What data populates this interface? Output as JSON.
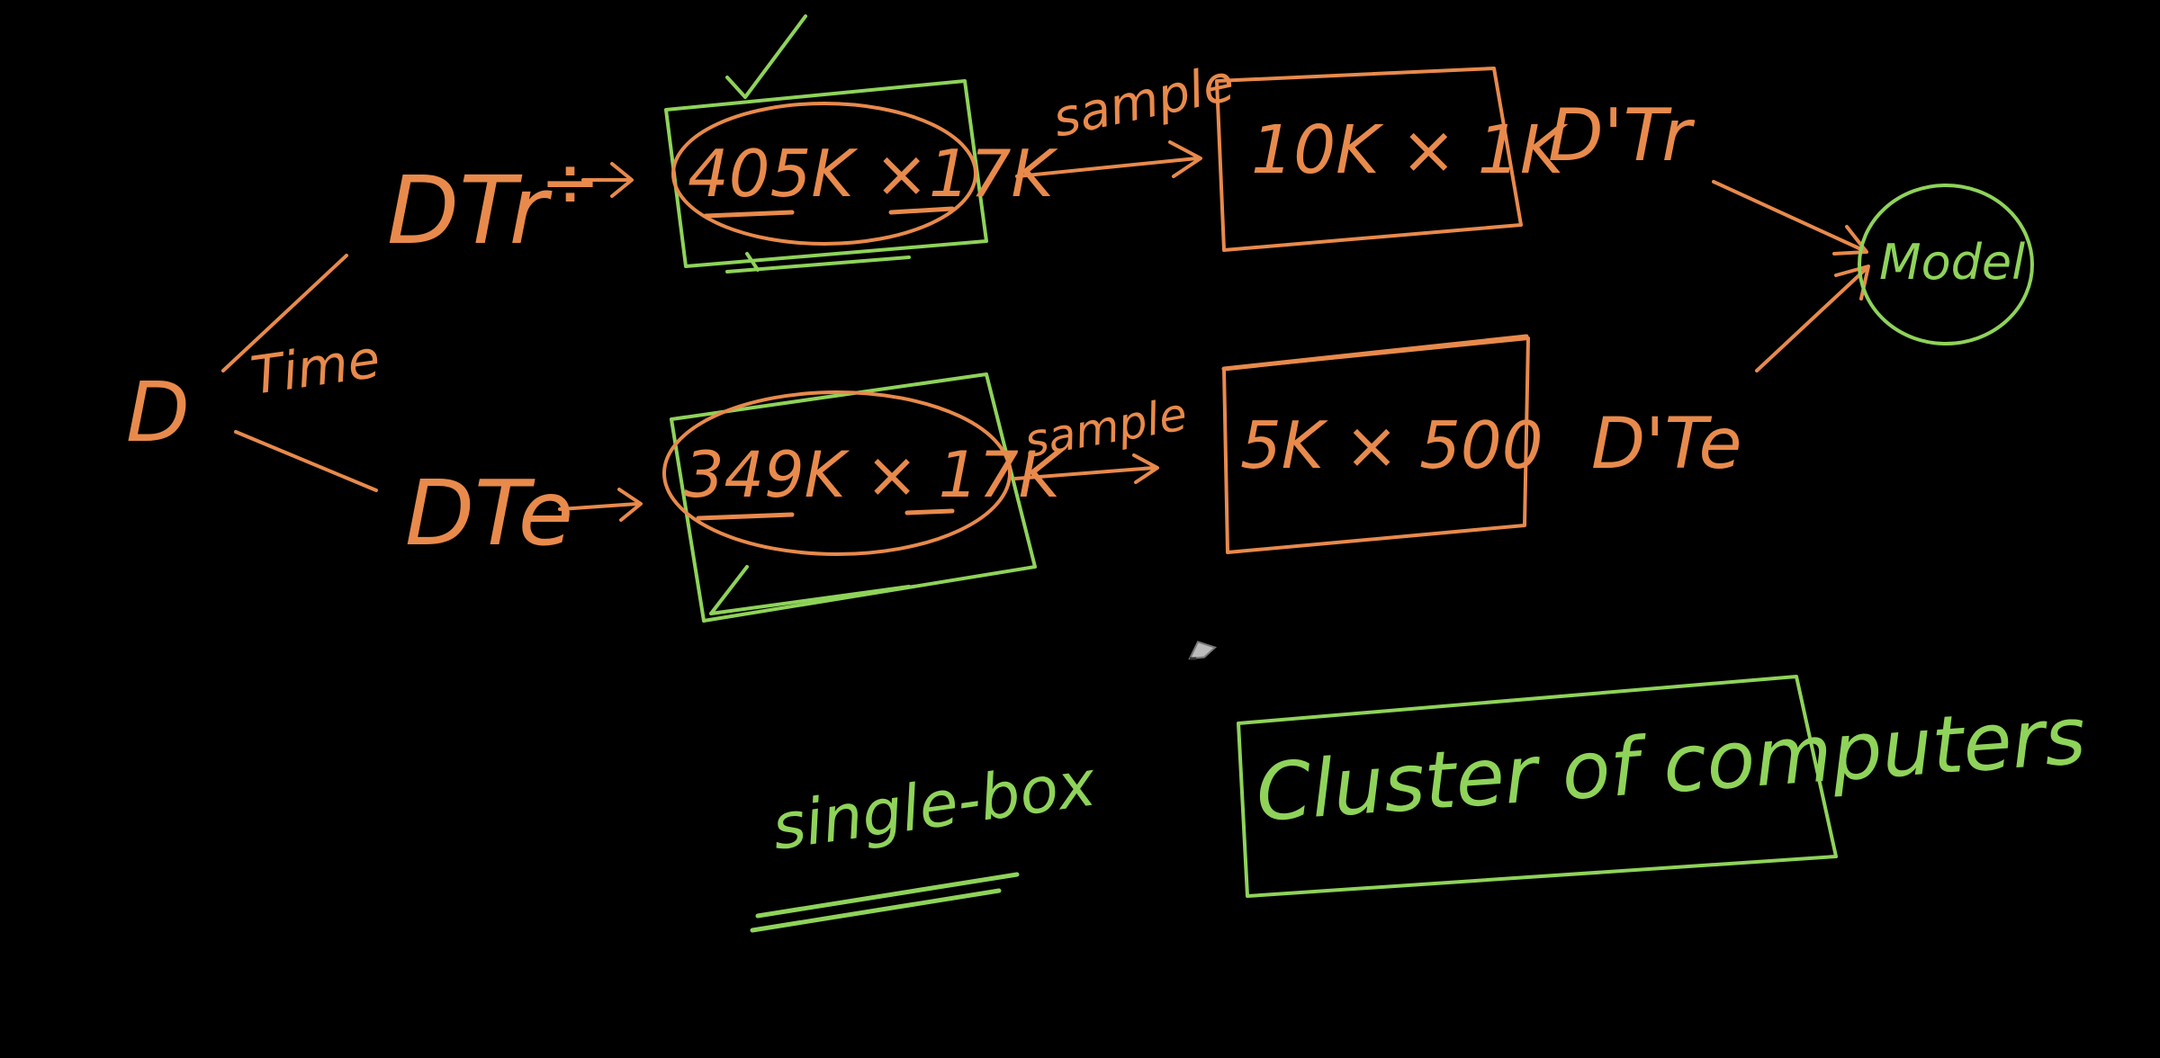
{
  "colors": {
    "background": "#000000",
    "orange": "#e88a4c",
    "green": "#8fd35a"
  },
  "labels": {
    "d": "D",
    "time": "Time",
    "d_tr": "DTr",
    "d_te": "DTe",
    "divide": "÷",
    "train_size": "405K ×17K",
    "test_size": "349K × 17K",
    "sample_top": "sample",
    "sample_bottom": "sample",
    "train_sample_size": "10K × 1K",
    "test_sample_size": "5K × 500",
    "d_tr_prime": "D'Tr",
    "d_te_prime": "D'Te",
    "model": "Model",
    "single_box": "single-box",
    "cluster": "Cluster of computers"
  },
  "cursor_icon": "pen-cursor-icon"
}
